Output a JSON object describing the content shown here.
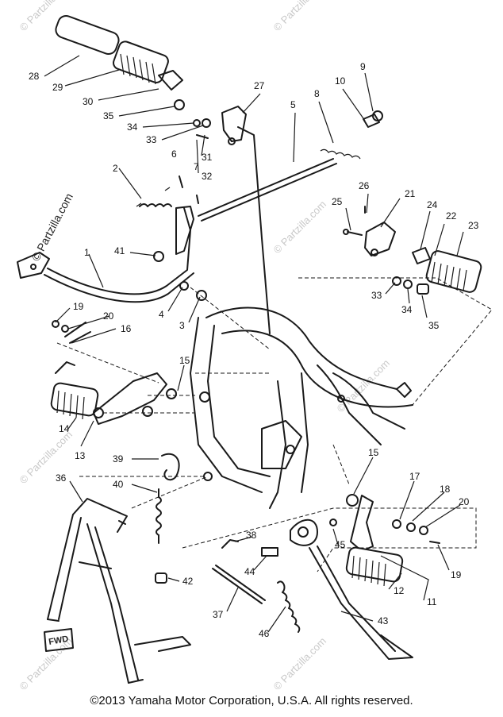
{
  "watermark": {
    "text": "© Partzilla.com"
  },
  "copyright": "©2013 Yamaha Motor Corporation, U.S.A. All rights reserved.",
  "fwd_tag": "FWD",
  "callouts": [
    "28",
    "29",
    "30",
    "35",
    "34",
    "33",
    "27",
    "9",
    "10",
    "8",
    "5",
    "6",
    "7",
    "31",
    "32",
    "2",
    "21",
    "26",
    "25",
    "24",
    "22",
    "23",
    "33",
    "34",
    "35",
    "41",
    "1",
    "4",
    "3",
    "19",
    "20",
    "16",
    "15",
    "14",
    "13",
    "39",
    "40",
    "36",
    "15",
    "17",
    "18",
    "20",
    "38",
    "45",
    "44",
    "42",
    "12",
    "11",
    "19",
    "37",
    "46",
    "43"
  ]
}
